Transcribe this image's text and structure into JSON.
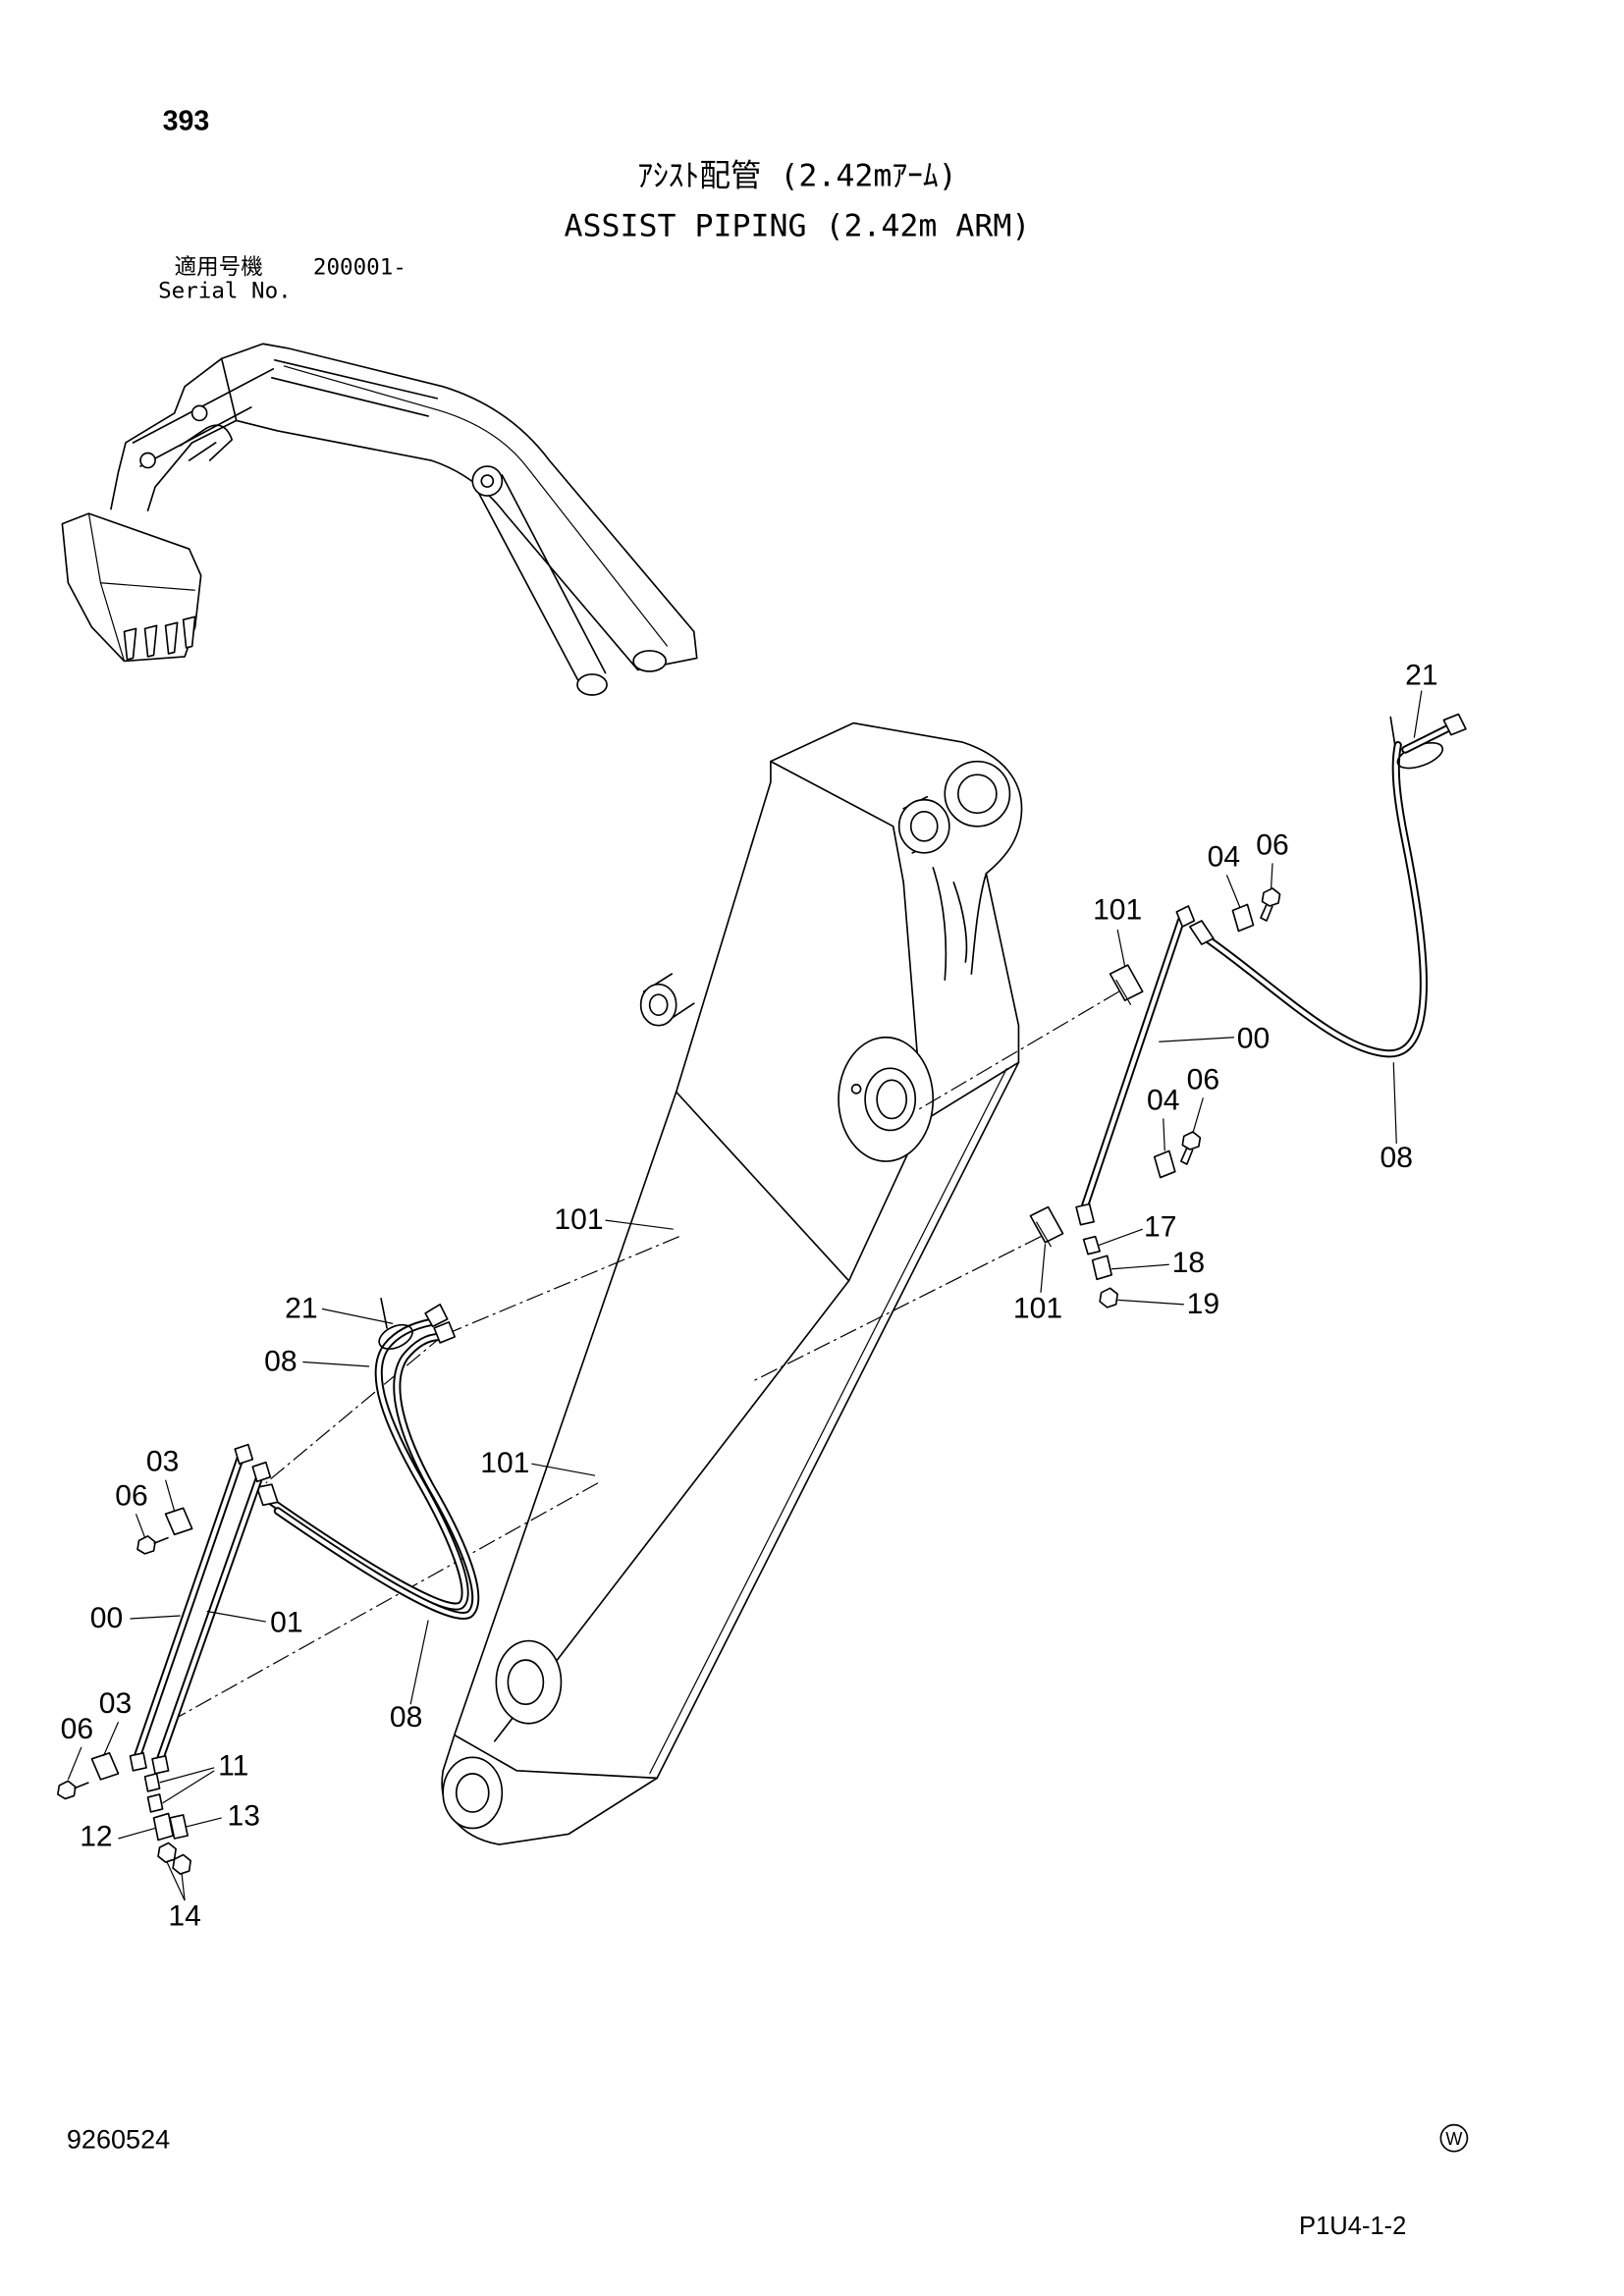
{
  "page": {
    "number": "393",
    "title_jp": "ｱｼｽﾄ配管 (2.42mｱｰﾑ)",
    "title_en": "ASSIST PIPING (2.42m ARM)",
    "serial_label_jp": "適用号機",
    "serial_value": "200001-",
    "serial_label_en": "Serial No.",
    "doc_number": "9260524",
    "mark": "W",
    "page_code": "P1U4-1-2"
  },
  "callouts": [
    "21",
    "06",
    "04",
    "101",
    "00",
    "06",
    "04",
    "08",
    "101",
    "17",
    "18",
    "19",
    "101",
    "21",
    "08",
    "03",
    "101",
    "06",
    "00",
    "01",
    "03",
    "06",
    "08",
    "11",
    "13",
    "12",
    "14"
  ]
}
